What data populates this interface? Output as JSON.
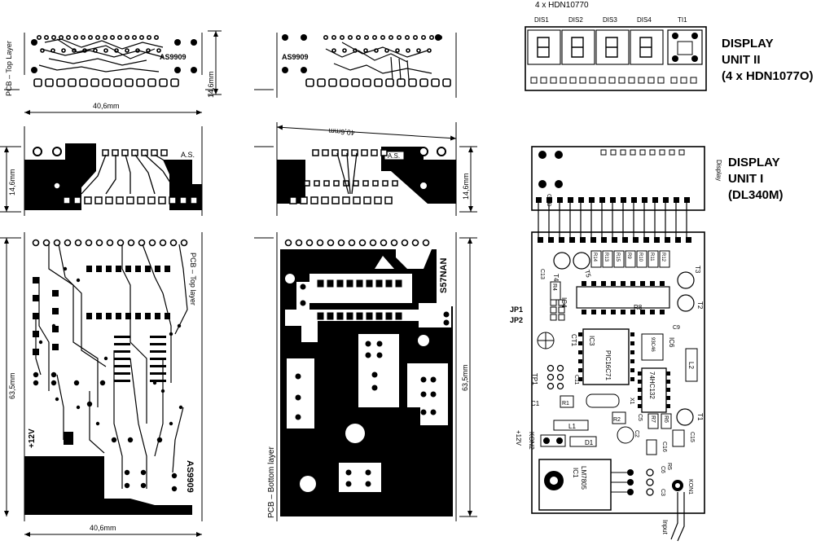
{
  "top_left": {
    "side_label": "PCB – Top Layer",
    "code": "AS9909",
    "height_dim": "14,6mm",
    "width_dim": "40,6mm"
  },
  "top_middle": {
    "code": "AS9909"
  },
  "mid_left": {
    "height_dim": "14,6mm",
    "initials": "A.S."
  },
  "mid_middle": {
    "width_dim": "40,6mm",
    "initials": "A.S.",
    "height_dim": "14,6mm"
  },
  "bottom_left": {
    "side_label": "PCB – Top layer",
    "height_dim": "63,5mm",
    "width_dim": "40,6mm",
    "power_label": "+12V",
    "code": "AS9909"
  },
  "bottom_middle": {
    "side_label": "PCB – Bottom layer",
    "callsign": "S57NAN",
    "height_dim": "63,5mm"
  },
  "display2": {
    "header": "4 x HDN10770",
    "digit_labels": [
      "DIS1",
      "DIS2",
      "DIS3",
      "DIS4"
    ],
    "switch_label": "TI1",
    "title_line1": "DISPLAY",
    "title_line2": "UNIT II",
    "title_line3": "(4 x HDN1077O)"
  },
  "display1": {
    "board_label": "Display",
    "gnd_label": "GND",
    "title_line1": "DISPLAY",
    "title_line2": "UNIT I",
    "title_line3": "(DL340M)"
  },
  "components": {
    "c13": "C13",
    "t4": "T4",
    "t5": "T5",
    "r4": "R4",
    "r14": "R14",
    "r13": "R13",
    "r15": "R15",
    "r9": "R9",
    "r10": "R10",
    "r11": "R11",
    "r12": "R12",
    "t3": "T3",
    "jp1": "JP1",
    "jp2": "JP2",
    "ic4": "IC4",
    "r8": "R8",
    "t2": "T2",
    "c9": "C9",
    "ct1": "CT1",
    "ic3": "IC3",
    "pic": "PIC16C71",
    "ic6": "IC6",
    "ic6_chip": "93C46",
    "l2": "L2",
    "tp1": "TP1",
    "c11": "C11",
    "ic2": "74HC132",
    "c1": "C1",
    "r1": "R1",
    "x1": "X1",
    "r2": "R2",
    "c5": "C5",
    "r7": "R7",
    "r6": "R6",
    "t1": "T1",
    "l1": "L1",
    "kon2": "KON2",
    "c2": "C2",
    "plus12": "+12V",
    "d1": "D1",
    "c16": "C16",
    "c15": "C15",
    "ic1": "IC1",
    "lm7805": "LM7805",
    "c6": "C6",
    "r5": "R5",
    "c3": "C3",
    "kon1": "KON1",
    "input": "Input"
  }
}
